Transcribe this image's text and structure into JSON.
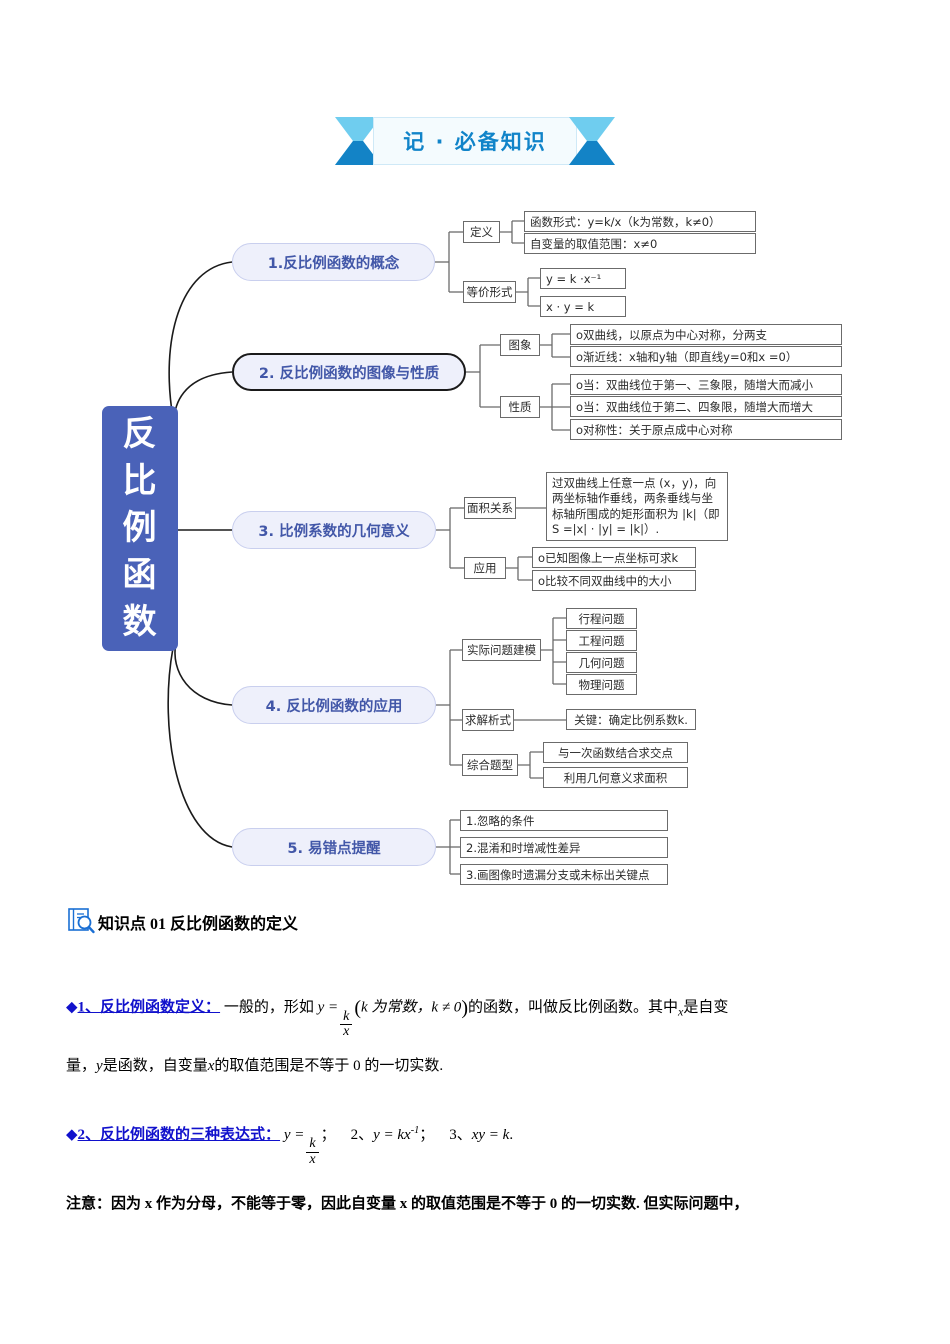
{
  "banner": {
    "title": "记 · 必备知识"
  },
  "colors": {
    "banner_text": "#1184c9",
    "chevron_light": "#6fcdef",
    "chevron_dark": "#1383c6",
    "central_bg": "#4a62b8",
    "pill_bg": "#eef0fb",
    "pill_text": "#4257a8",
    "doc_blue": "#1111cc"
  },
  "mindmap": {
    "central": {
      "chars": [
        "反",
        "比",
        "例",
        "函",
        "数"
      ]
    },
    "branches": [
      {
        "label": "1.反比例函数的概念",
        "emphasis": false,
        "groups": [
          {
            "label": "定义",
            "items": [
              "函数形式：y=k/x（k为常数，k≠0）",
              "自变量的取值范围：x≠0"
            ]
          },
          {
            "label": "等价形式",
            "items": [
              "y = k ·x⁻¹",
              "x · y = k"
            ]
          }
        ]
      },
      {
        "label": "2. 反比例函数的图像与性质",
        "emphasis": true,
        "groups": [
          {
            "label": "图象",
            "items": [
              "o双曲线，以原点为中心对称，分两支",
              "o渐近线：x轴和y轴（即直线y=0和x =0）"
            ]
          },
          {
            "label": "性质",
            "items": [
              "o当：双曲线位于第一、三象限，随增大而减小",
              "o当：双曲线位于第二、四象限，随增大而增大",
              "o对称性：关于原点成中心对称"
            ]
          }
        ]
      },
      {
        "label": "3. 比例系数的几何意义",
        "emphasis": false,
        "groups": [
          {
            "label": "面积关系",
            "items": [
              "过双曲线上任意一点 (x，y)，向两坐标轴作垂线，两条垂线与坐标轴所围成的矩形面积为 |k|（即S =|x| · |y| = |k|）."
            ]
          },
          {
            "label": "应用",
            "items": [
              "o已知图像上一点坐标可求k",
              "o比较不同双曲线中的大小"
            ]
          }
        ]
      },
      {
        "label": "4. 反比例函数的应用",
        "emphasis": false,
        "groups": [
          {
            "label": "实际问题建模",
            "items": [
              "行程问题",
              "工程问题",
              "几何问题",
              "物理问题"
            ]
          },
          {
            "label": "求解析式",
            "items": [
              "关键：确定比例系数k."
            ]
          },
          {
            "label": "综合题型",
            "items": [
              "与一次函数结合求交点",
              "利用几何意义求面积"
            ]
          }
        ]
      },
      {
        "label": "5. 易错点提醒",
        "emphasis": false,
        "groups": [
          {
            "label": "",
            "items": [
              "1.忽略的条件",
              "2.混淆和时增减性差异",
              "3.画图像时遗漏分支或未标出关键点"
            ]
          }
        ]
      }
    ]
  },
  "document": {
    "knowledge_point_title": "知识点 01  反比例函数的定义",
    "item1": {
      "lead": "1、反比例函数定义：",
      "text_a": "一般的，形如",
      "formula_y": "y =",
      "frac_num": "k",
      "frac_den": "x",
      "paren_open": "(",
      "paren_text": "k 为常数，k ≠ 0",
      "paren_close": ")",
      "text_b": "的函数，叫做反比例函数。其中",
      "var_x": "x",
      "text_c": "是自变",
      "line2_a": "量，",
      "var_y": "y",
      "line2_b": "是函数，自变量",
      "var_x2": "x",
      "line2_c": "的取值范围是不等于 0 的一切实数."
    },
    "item2": {
      "lead": "2、反比例函数的三种表达式：",
      "expr1_y": "y =",
      "expr1_num": "k",
      "expr1_den": "x",
      "semi1": "；",
      "num2": "2、",
      "expr2": "y = kx",
      "expr2_sup": "-1",
      "semi2": "；",
      "num3": "3、",
      "expr3": "xy = k",
      "period": "."
    },
    "note": "注意：因为 x 作为分母，不能等于零，因此自变量 x 的取值范围是不等于 0 的一切实数. 但实际问题中，"
  }
}
